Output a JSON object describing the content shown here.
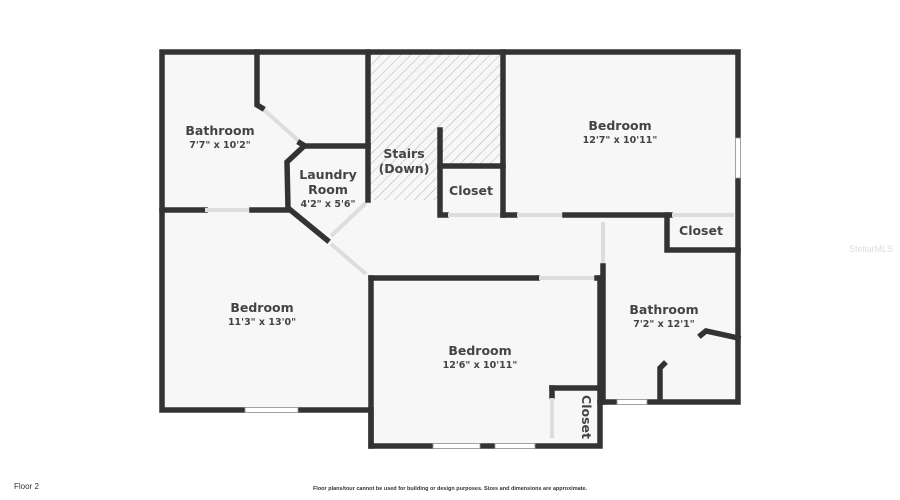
{
  "floor_label": "Floor 2",
  "disclaimer": "Floor plans/tour cannot be used for building or design purposes. Sizes and dimensions are approximate.",
  "watermark": "StellarMLS",
  "colors": {
    "wall": "#333333",
    "floor": "#f7f7f7",
    "text": "#444444"
  },
  "rooms": {
    "bathroom1": {
      "name": "Bathroom",
      "dims": "7'7\" x 10'2\""
    },
    "laundry": {
      "name_line1": "Laundry",
      "name_line2": "Room",
      "dims": "4'2\" x 5'6\""
    },
    "stairs": {
      "name_line1": "Stairs",
      "name_line2": "(Down)"
    },
    "closet_stairs": {
      "name": "Closet"
    },
    "bedroom_top_right": {
      "name": "Bedroom",
      "dims": "12'7\" x 10'11\""
    },
    "closet_right": {
      "name": "Closet"
    },
    "bedroom_left": {
      "name": "Bedroom",
      "dims": "11'3\" x 13'0\""
    },
    "bedroom_middle": {
      "name": "Bedroom",
      "dims": "12'6\" x 10'11\""
    },
    "bathroom2": {
      "name": "Bathroom",
      "dims": "7'2\" x 12'1\""
    },
    "closet_small": {
      "name": "Closet"
    }
  }
}
